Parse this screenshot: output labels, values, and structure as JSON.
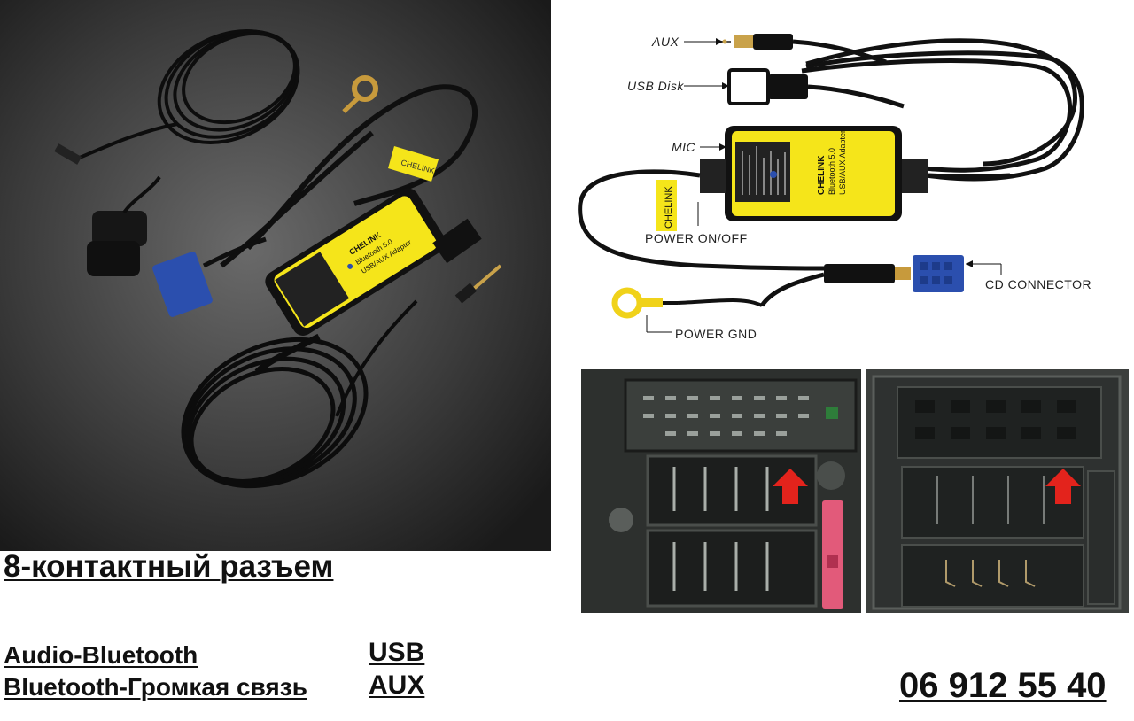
{
  "photo": {
    "brand": "CHELINK",
    "device_line1": "Bluetooth 5.0",
    "device_line2": "USB/AUX Adapter"
  },
  "diagram": {
    "labels": {
      "aux": "AUX",
      "usb_disk": "USB Disk",
      "mic": "MIC",
      "power_on_off": "POWER ON/OFF",
      "cd_connector": "CD CONNECTOR",
      "power_gnd": "POWER GND"
    },
    "brand": "CHELINK",
    "device_line1": "Bluetooth 5.0",
    "device_line2": "USB/AUX Adapter"
  },
  "heading": "8-контактный разъем",
  "features": {
    "audio": "Audio-Bluetooth",
    "handsfree": "Bluetooth-Громкая связь",
    "usb": "USB",
    "aux": "AUX"
  },
  "phone": "06 912 55 40",
  "colors": {
    "adapter_yellow": "#f5e51a",
    "connector_blue": "#2b4fae",
    "arrow_red": "#e3231c",
    "cable_black": "#111111"
  }
}
